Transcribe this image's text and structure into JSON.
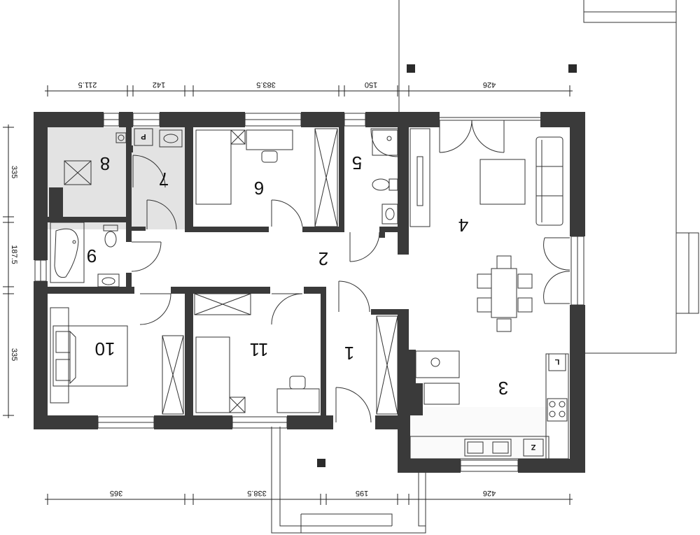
{
  "rooms": [
    {
      "id": "1",
      "label": "1"
    },
    {
      "id": "2",
      "label": "2"
    },
    {
      "id": "3",
      "label": "3"
    },
    {
      "id": "4",
      "label": "4"
    },
    {
      "id": "5",
      "label": "5"
    },
    {
      "id": "6",
      "label": "6"
    },
    {
      "id": "7",
      "label": "7"
    },
    {
      "id": "8",
      "label": "8"
    },
    {
      "id": "9",
      "label": "9"
    },
    {
      "id": "10",
      "label": "10"
    },
    {
      "id": "11",
      "label": "11"
    }
  ],
  "dimensions": {
    "top": [
      "211.5",
      "142",
      "383.5",
      "150",
      "426"
    ],
    "bottom": [
      "365",
      "338.5",
      "195",
      "426"
    ],
    "left": [
      "335",
      "187.5",
      "335"
    ]
  },
  "fixture_labels": {
    "pantry": "P",
    "kitchen_l": "L",
    "kitchen_z": "Z"
  },
  "colors": {
    "wall": "#3a3a3a",
    "tile_floor": "#e2e2e2",
    "line": "#333333"
  }
}
